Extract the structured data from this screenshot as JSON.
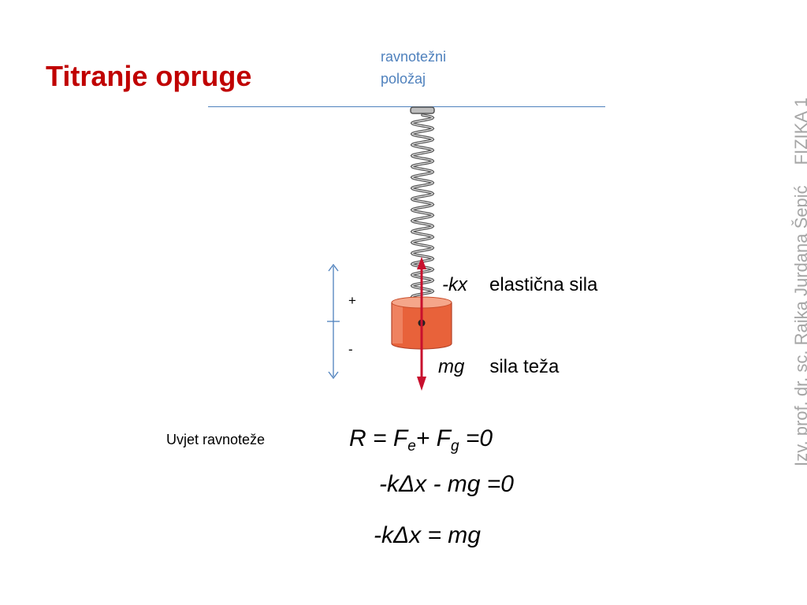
{
  "slide": {
    "title": "Titranje opruge",
    "equilibrium_label_line1": "ravnotežni",
    "equilibrium_label_line2": "položaj",
    "sidebar_author": "Izv. prof. dr. sc. Rajka Jurdana Šepić",
    "sidebar_course": "FIZIKA 1"
  },
  "diagram": {
    "elastic_symbol": "-kx",
    "elastic_label": "elastična sila",
    "gravity_symbol": "mg",
    "gravity_label": "sila teža",
    "plus_sign": "+",
    "minus_sign": "-",
    "colors": {
      "arrow": "#c8102e",
      "mass": "#e8623a",
      "spring": "#555555",
      "axis": "#4f81bd"
    }
  },
  "equations": {
    "condition_label": "Uvjet ravnoteže",
    "eq1": {
      "lhs": "R = F",
      "sub1": "e",
      "mid": "+ F",
      "sub2": "g",
      "rhs": " =0"
    },
    "eq2": "-kΔx - mg =0",
    "eq3": "-kΔx = mg"
  }
}
